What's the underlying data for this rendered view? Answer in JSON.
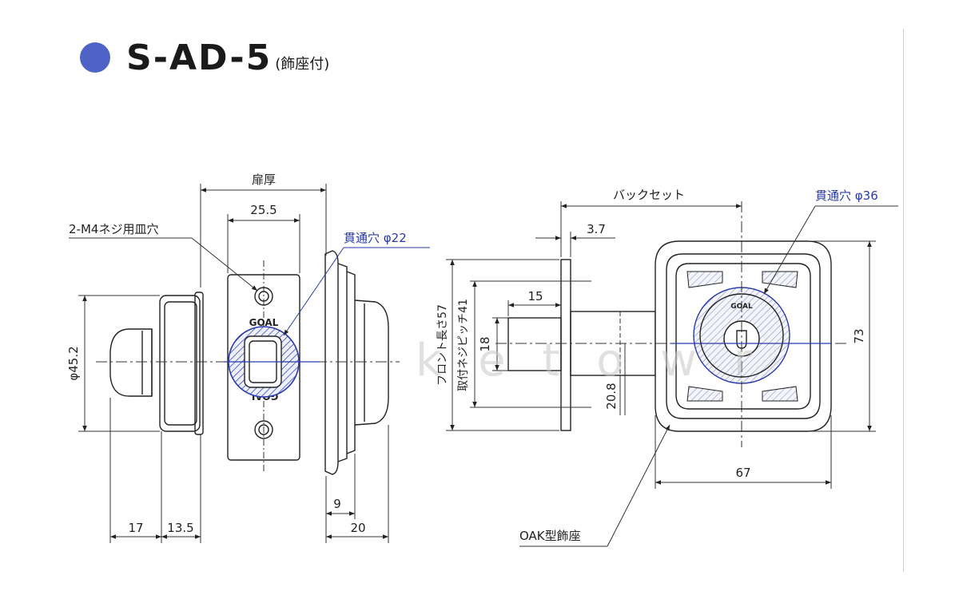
{
  "title": {
    "model": "S-AD-5",
    "sub": "(飾座付)"
  },
  "colors": {
    "accent": "#4f63c7",
    "hole": "#2a3aa8",
    "hatch": "#3a4fc0"
  },
  "labels": {
    "door_thickness": "扉厚",
    "backset": "バックセット",
    "screw_hole": "2-M4ネジ用皿穴",
    "through_hole_22": "貫通穴 φ22",
    "through_hole_36": "貫通穴 φ36",
    "front_length": "フロント長さ57",
    "screw_pitch": "取付ネジピッチ41",
    "escutcheon": "OAK型飾座",
    "brand": "GOAL",
    "watermark": "k e t o w r"
  },
  "dimensions": {
    "d_25_5": "25.5",
    "d_3_7": "3.7",
    "d_15": "15",
    "d_18": "18",
    "d_20_8": "20.8",
    "d_73": "73",
    "d_67": "67",
    "d_45_2": "φ45.2",
    "d_17": "17",
    "d_13_5": "13.5",
    "d_9": "9",
    "d_20": "20"
  }
}
